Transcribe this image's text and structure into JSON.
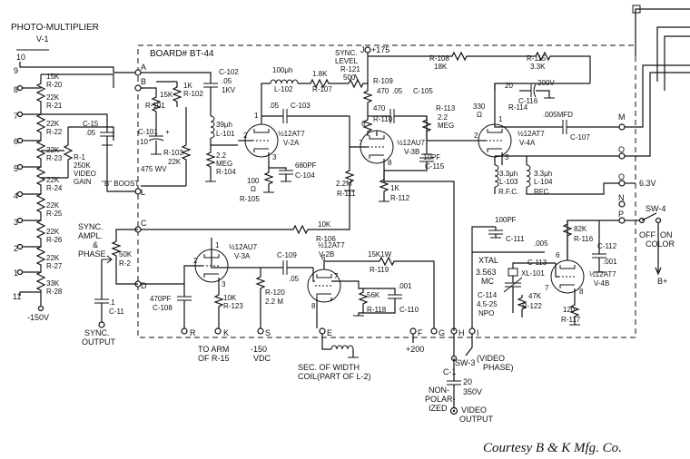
{
  "header": {
    "pm_title": "PHOTO-MULTIPLIER",
    "pm_ref": "V-1",
    "board": "BOARD# BT-44"
  },
  "pins": [
    "10",
    "9",
    "8",
    "7",
    "6",
    "5",
    "4",
    "3",
    "2",
    "1",
    "11"
  ],
  "divider": [
    {
      "value": "15K",
      "ref": "R-20"
    },
    {
      "value": "22K",
      "ref": "R-21"
    },
    {
      "value": "22K",
      "ref": "R-22"
    },
    {
      "value": "22K",
      "ref": "R-23"
    },
    {
      "value": "22K",
      "ref": "R-24"
    },
    {
      "value": "22K",
      "ref": "R-25"
    },
    {
      "value": "22K",
      "ref": "R-26"
    },
    {
      "value": "22K",
      "ref": "R-27"
    },
    {
      "value": "33K",
      "ref": "R-28"
    }
  ],
  "supply": "-150V",
  "gain_pot": {
    "ref": "R-1",
    "value": "250K",
    "label1": "VIDEO",
    "label2": "GAIN"
  },
  "c15": {
    "ref": "C-15",
    "value": ".05"
  },
  "boost": "\"B\" BOOST",
  "terminals": {
    "A": "A",
    "B": "B",
    "C": "C",
    "D": "D",
    "E": "E",
    "F": "F",
    "G": "G",
    "H": "H",
    "I": "I",
    "J": "J",
    "K": "K",
    "L": "L",
    "M": "M",
    "N": "N",
    "O": "O",
    "P": "P",
    "R": "R",
    "S": "S"
  },
  "parts": {
    "r101": "R-101",
    "r102": {
      "value": "1K",
      "ref": "R-102"
    },
    "r101v": "15K",
    "c102": {
      "ref": "C-102",
      "value": ".05",
      "rating": "1KV"
    },
    "c101": {
      "ref": "C-101",
      "value": "10",
      "rating": "475 WV"
    },
    "l101": {
      "value": "39μh",
      "ref": "L-101"
    },
    "r103": {
      "ref": "R-103",
      "value": "22K"
    },
    "r104": {
      "value": "2.2",
      "unit": "MEG",
      "ref": "R-104"
    },
    "l102": {
      "value": "100μh",
      "ref": "L-102"
    },
    "r107": {
      "value": "1.8K",
      "ref": "R-107"
    },
    "c103": {
      "value": ".05",
      "ref": "C-103"
    },
    "v2a": {
      "type": "½12AT7",
      "ref": "V-2A"
    },
    "r105": {
      "value": "100",
      "unit": "Ω",
      "ref": "R-105"
    },
    "c104": {
      "value": "680PF",
      "ref": "C-104"
    },
    "sync_level": {
      "label": "SYNC.",
      "label2": "LEVEL",
      "ref": "R-121",
      "value": "500"
    },
    "b175": "+175",
    "r109": {
      "ref": "R-109",
      "value": "470"
    },
    "c105": {
      "value": ".05",
      "ref": "C-105"
    },
    "r110": {
      "value": "470",
      "ref": "R-110"
    },
    "r113": {
      "ref": "R-113",
      "value": "2.2",
      "unit": "MEG"
    },
    "v3b": {
      "type": "½12AU7",
      "ref": "V-3B"
    },
    "r111": {
      "value": "2.2M",
      "ref": "R-111"
    },
    "r112": {
      "value": "1K",
      "ref": "R-112"
    },
    "c115": {
      "value": "10PF",
      "ref": "C-115"
    },
    "r108": {
      "ref": "R-108",
      "value": "18K"
    },
    "r115": {
      "ref": "R-115",
      "value": "3.3K"
    },
    "c116": {
      "value": "20",
      "rating": "200V",
      "ref": "C-116"
    },
    "r114": {
      "value": "330",
      "unit": "Ω",
      "ref": "R-114"
    },
    "v4a": {
      "type": "½12AT7",
      "ref": "V-4A"
    },
    "c107": {
      "value": ".005MFD",
      "ref": "C-107"
    },
    "l103": {
      "value": "3.3μh",
      "ref": "L-103",
      "note": "R.F.C."
    },
    "l104": {
      "value": "3.3μh",
      "ref": "L-104",
      "note": "RFC"
    },
    "v63": "6.3V",
    "r106": {
      "value": "10K",
      "ref": "R-106"
    },
    "sync_amp": {
      "l1": "SYNC.",
      "l2": "AMPL.",
      "l3": "&",
      "l4": "PHASE",
      "value": "50K",
      "ref": "R-2"
    },
    "c11": {
      "value": ".1",
      "ref": "C-11"
    },
    "sync_out": {
      "l1": "SYNC.",
      "l2": "OUTPUT"
    },
    "v3a": {
      "type": "½12AU7",
      "ref": "V-3A"
    },
    "c108": {
      "value": "470PF",
      "ref": "C-108"
    },
    "r123": {
      "value": "10K",
      "ref": "R-123"
    },
    "r120": {
      "ref": "R-120",
      "value": "2.2 M"
    },
    "c109": {
      "ref": "C-109",
      "value": ".05"
    },
    "v2b": {
      "type": "½12AT7",
      "ref": "V-2B"
    },
    "r119": {
      "value": "15K1W",
      "ref": "R-119"
    },
    "r118": {
      "value": "56K",
      "ref": "R-118"
    },
    "c110": {
      "value": ".001",
      "ref": "C-110"
    },
    "arm": {
      "l1": "TO ARM",
      "l2": "OF R-15"
    },
    "vdc": {
      "l1": "-150",
      "l2": "VDC"
    },
    "width": {
      "l1": "SEC. OF WIDTH",
      "l2": "COIL(PART OF L-2)"
    },
    "b200": "+200",
    "sw3": {
      "ref": "SW-3",
      "l1": "(VIDEO",
      "l2": "PHASE)"
    },
    "c1": {
      "ref": "C-1",
      "value": "20",
      "rating": "350V",
      "l1": "NON-",
      "l2": "POLAR-",
      "l3": "IZED"
    },
    "video_out": {
      "l1": "VIDEO",
      "l2": "OUTPUT"
    },
    "c111": {
      "value": "100PF",
      "ref": "C-111"
    },
    "c113": {
      "value": ".005",
      "ref": "C-113"
    },
    "xtal": {
      "l1": "XTAL",
      "freq": "3.563",
      "unit": "MC",
      "ref": "XL-101"
    },
    "c114": {
      "ref": "C-114",
      "value": "4.5-25",
      "type": "NPO"
    },
    "r122": {
      "value": "47K",
      "ref": "R-122"
    },
    "r116": {
      "value": "82K",
      "ref": "R-116"
    },
    "c112": {
      "ref": "C-112",
      "value": ".001"
    },
    "v4b": {
      "type": "½12AT7",
      "ref": "V-4B"
    },
    "r117": {
      "value": "120",
      "ref": "R-117"
    },
    "sw4": {
      "ref": "SW-4",
      "off": "OFF",
      "on": "ON",
      "color": "COLOR"
    },
    "bplus": "B+"
  },
  "courtesy": "Courtesy B & K Mfg. Co."
}
